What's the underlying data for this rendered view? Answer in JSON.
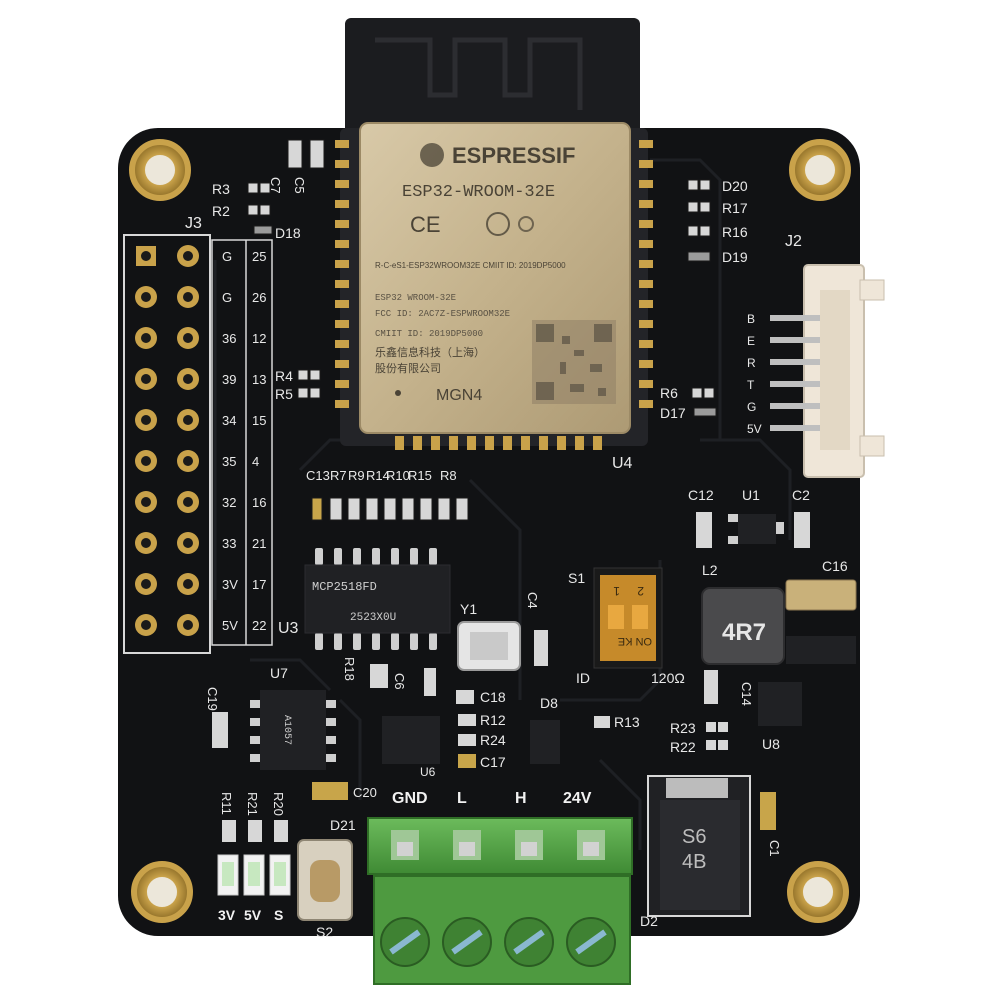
{
  "module": {
    "brand": "ESPRESSIF",
    "model": "ESP32-WROOM-32E",
    "ce": "CE",
    "cert_line": "R-C-eS1-ESP32WROOM32E   CMIIT ID: 2019DP5000",
    "line_1": "ESP32 WROOM-32E",
    "line_2": "FCC ID: 2AC7Z-ESPWROOM32E",
    "line_3": "CMIIT ID: 2019DP5000",
    "line_4": "乐鑫信息科技（上海）",
    "line_5": "股份有限公司",
    "code": "MGN4",
    "ref": "U4"
  },
  "header_j3": {
    "ref": "J3",
    "rows": [
      {
        "left": "G",
        "right": "25"
      },
      {
        "left": "G",
        "right": "26"
      },
      {
        "left": "36",
        "right": "12"
      },
      {
        "left": "39",
        "right": "13"
      },
      {
        "left": "34",
        "right": "15"
      },
      {
        "left": "35",
        "right": "4"
      },
      {
        "left": "32",
        "right": "16"
      },
      {
        "left": "33",
        "right": "21"
      },
      {
        "left": "3V",
        "right": "17"
      },
      {
        "left": "5V",
        "right": "22"
      }
    ],
    "u3": "U3"
  },
  "connector_j2": {
    "ref": "J2",
    "pins": [
      "B",
      "E",
      "R",
      "T",
      "G",
      "5V"
    ]
  },
  "refs": {
    "r3": "R3",
    "r2": "R2",
    "c7": "C7",
    "c5": "C5",
    "d18": "D18",
    "d20": "D20",
    "r17": "R17",
    "r16": "R16",
    "d19": "D19",
    "r4": "R4",
    "r5": "R5",
    "r6": "R6",
    "d17": "D17",
    "c13": "C13",
    "r7": "R7",
    "r9": "R9",
    "r14": "R14",
    "r10": "R10",
    "r15": "R15",
    "r8": "R8",
    "c12": "C12",
    "u1": "U1",
    "c2": "C2",
    "l2": "L2",
    "c16": "C16",
    "s1": "S1",
    "c4": "C4",
    "y1": "Y1",
    "r18": "R18",
    "c6": "C6",
    "c19": "C19",
    "u7": "U7",
    "c18": "C18",
    "d8": "D8",
    "r12": "R12",
    "r13": "R13",
    "r24": "R24",
    "c17": "C17",
    "c14": "C14",
    "r23": "R23",
    "r22": "R22",
    "u8": "U8",
    "c20": "C20",
    "u6": "U6",
    "r11": "R11",
    "r21": "R21",
    "r20": "R20",
    "d21": "D21",
    "s2": "S2",
    "c1": "C1",
    "d2": "D2"
  },
  "labels": {
    "can_ic": "MCP2518FD",
    "can_ic_code": "2523X0U",
    "inductor": "4R7",
    "diode_1": "S6",
    "diode_2": "4B",
    "dip_on": "ON KE",
    "dip_1": "1",
    "dip_2": "2",
    "id": "ID",
    "ohm": "120Ω",
    "u7_ic": "A1057",
    "terminal": [
      "GND",
      "L",
      "H",
      "24V"
    ],
    "leds": [
      "3V",
      "5V",
      "S"
    ]
  },
  "colors": {
    "board": "#111214",
    "gold": "#c9a24a",
    "shield": "#c8b794",
    "terminal": "#53a145",
    "connector": "#efe6d8"
  }
}
